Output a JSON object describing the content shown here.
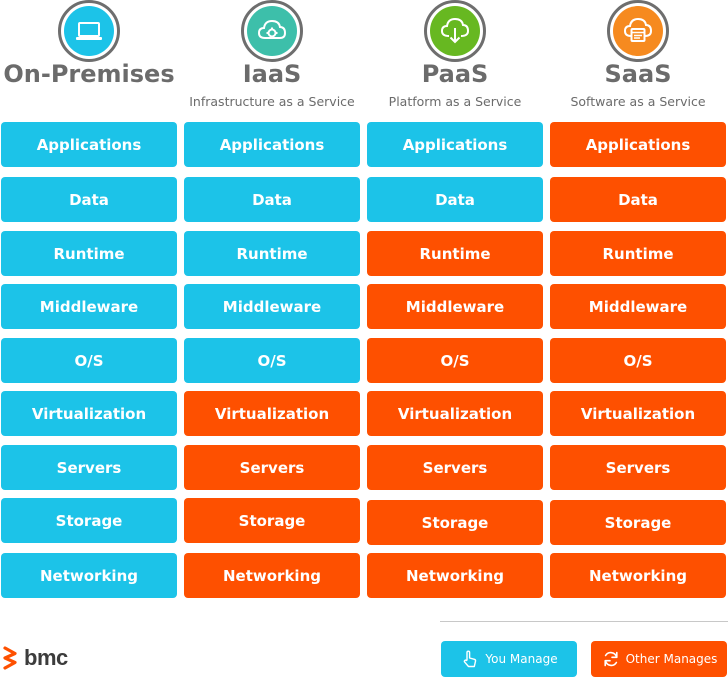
{
  "colors": {
    "you": "#1cc3e8",
    "other": "#fe5000"
  },
  "layer_names": [
    "Applications",
    "Data",
    "Runtime",
    "Middleware",
    "O/S",
    "Virtualization",
    "Servers",
    "Storage",
    "Networking"
  ],
  "columns": [
    {
      "title": "On-Premises",
      "subtitle": "",
      "icon": "laptop-icon",
      "icon_color": "#1cc3e8",
      "managed_by": [
        "you",
        "you",
        "you",
        "you",
        "you",
        "you",
        "you",
        "you",
        "you"
      ]
    },
    {
      "title": "IaaS",
      "subtitle": "Infrastructure as a Service",
      "icon": "cloud-gear-icon",
      "icon_color": "#3dbfaa",
      "managed_by": [
        "you",
        "you",
        "you",
        "you",
        "you",
        "other",
        "other",
        "other",
        "other"
      ]
    },
    {
      "title": "PaaS",
      "subtitle": "Platform as a Service",
      "icon": "cloud-download-icon",
      "icon_color": "#67b821",
      "managed_by": [
        "you",
        "you",
        "other",
        "other",
        "other",
        "other",
        "other",
        "other",
        "other"
      ]
    },
    {
      "title": "SaaS",
      "subtitle": "Software as a Service",
      "icon": "cloud-window-icon",
      "icon_color": "#f68a1f",
      "managed_by": [
        "other",
        "other",
        "other",
        "other",
        "other",
        "other",
        "other",
        "other",
        "other"
      ]
    }
  ],
  "legend": {
    "you": {
      "label": "You Manage",
      "icon": "hand-pointer-icon"
    },
    "other": {
      "label": "Other Manages",
      "icon": "refresh-icon"
    }
  },
  "brand": {
    "name": "bmc",
    "icon": "bmc-logo-icon"
  }
}
